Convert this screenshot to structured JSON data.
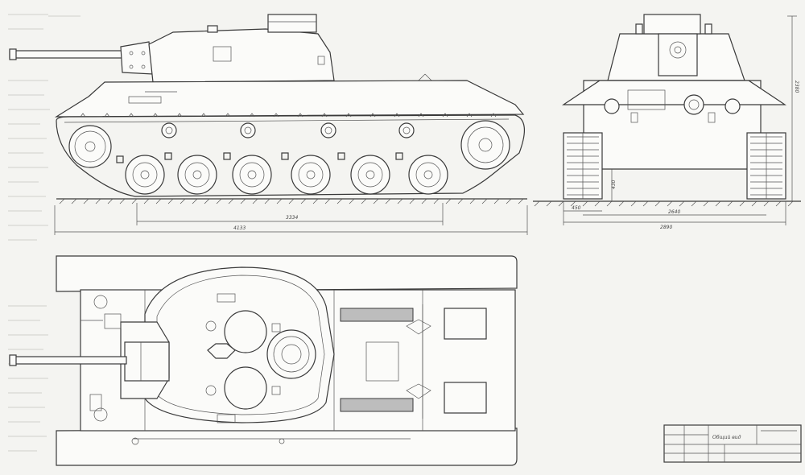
{
  "dimensions": {
    "hull_length": "4133",
    "track_contact_length": "3334",
    "track_width_front": "450",
    "tread_width": "2640",
    "overall_width": "2890",
    "height": "2380",
    "ground_clearance": "430"
  },
  "title_block": {
    "view_title": "Общий вид"
  },
  "colors": {
    "paper": "#f4f4f1",
    "ink": "#3a3a3a",
    "hatch": "#bdbdbd"
  }
}
